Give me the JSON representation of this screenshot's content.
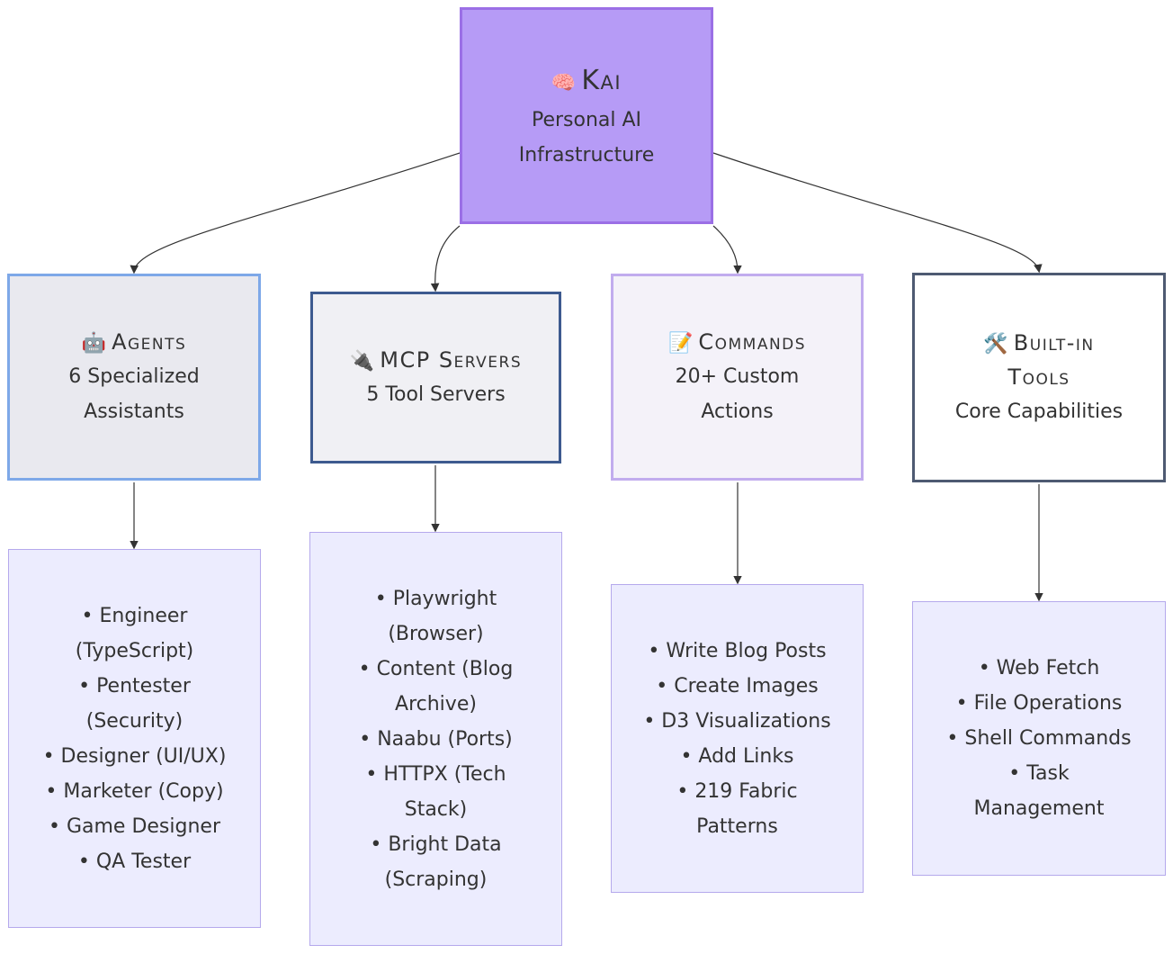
{
  "root": {
    "icon": "brain-icon",
    "icon_glyph": "🧠",
    "title": "Kai",
    "lines": [
      "Personal AI",
      "Infrastructure"
    ]
  },
  "categories": [
    {
      "id": "agents",
      "icon": "robot-icon",
      "icon_glyph": "🤖",
      "title_lines": [
        "Agents"
      ],
      "subtitle_lines": [
        "6 Specialized",
        "Assistants"
      ]
    },
    {
      "id": "mcp",
      "icon": "plug-icon",
      "icon_glyph": "🔌",
      "title_lines": [
        "MCP Servers"
      ],
      "subtitle_lines": [
        "5 Tool Servers"
      ]
    },
    {
      "id": "commands",
      "icon": "memo-icon",
      "icon_glyph": "📝",
      "title_lines": [
        "Commands"
      ],
      "subtitle_lines": [
        "20+ Custom",
        "Actions"
      ]
    },
    {
      "id": "tools",
      "icon": "hammer-wrench-icon",
      "icon_glyph": "🛠️",
      "title_lines": [
        "Built-in",
        "Tools"
      ],
      "subtitle_lines": [
        "Core Capabilities"
      ]
    }
  ],
  "lists": {
    "agents": [
      "• Engineer",
      "(TypeScript)",
      "• Pentester",
      "(Security)",
      "• Designer (UI/UX)",
      "• Marketer (Copy)",
      "• Game Designer",
      "• QA Tester"
    ],
    "mcp": [
      "• Playwright",
      "(Browser)",
      "• Content (Blog",
      "Archive)",
      "• Naabu (Ports)",
      "• HTTPX (Tech",
      "Stack)",
      "• Bright Data",
      "(Scraping)"
    ],
    "commands": [
      "• Write Blog Posts",
      "• Create Images",
      "• D3 Visualizations",
      "• Add Links",
      "• 219 Fabric",
      "Patterns"
    ],
    "tools": [
      "• Web Fetch",
      "• File Operations",
      "• Shell Commands",
      "• Task",
      "Management"
    ]
  },
  "colors": {
    "root_fill": "#b69bf6",
    "root_border": "#9b6fe6",
    "leaf_fill": "#ececfe",
    "leaf_border": "#b5a9ec",
    "edge": "#333333"
  }
}
